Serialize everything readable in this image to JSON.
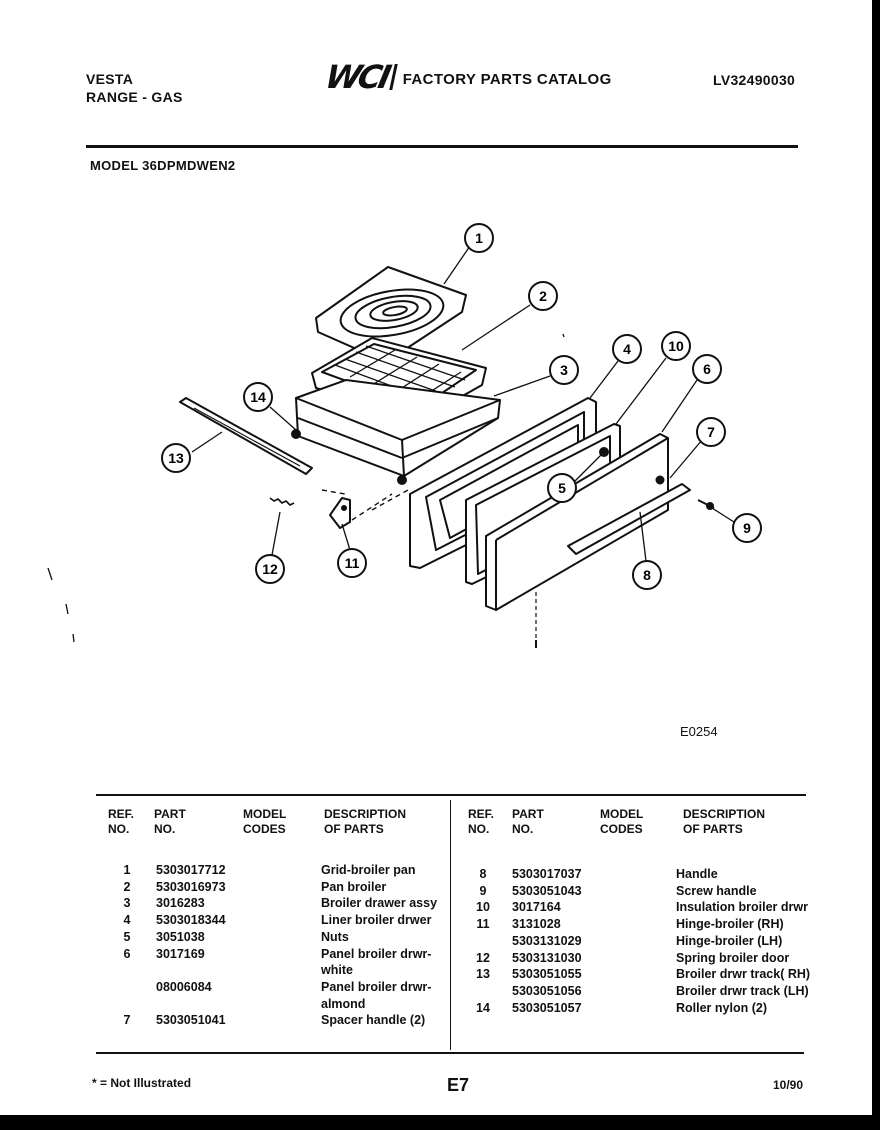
{
  "header": {
    "brand": "VESTA",
    "product": "RANGE - GAS",
    "logo_text": "WCI",
    "catalog_title": "FACTORY PARTS CATALOG",
    "doc_id": "LV32490030",
    "model": "MODEL 36DPMDWEN2"
  },
  "diagram": {
    "figure_code": "E0254",
    "callouts": [
      "1",
      "2",
      "3",
      "4",
      "10",
      "6",
      "7",
      "14",
      "13",
      "5",
      "9",
      "8",
      "12",
      "11"
    ]
  },
  "table": {
    "headers": {
      "ref": "REF.\nNO.",
      "part": "PART\nNO.",
      "model_codes": "MODEL\nCODES",
      "description": "DESCRIPTION\nOF PARTS"
    },
    "left_rows": [
      {
        "ref": "1",
        "part": "5303017712",
        "desc": "Grid-broiler pan"
      },
      {
        "ref": "2",
        "part": "5303016973",
        "desc": "Pan broiler"
      },
      {
        "ref": "3",
        "part": "3016283",
        "desc": "Broiler drawer assy"
      },
      {
        "ref": "4",
        "part": "5303018344",
        "desc": "Liner broiler drwer"
      },
      {
        "ref": "5",
        "part": "3051038",
        "desc": "Nuts"
      },
      {
        "ref": "6",
        "part": "3017169",
        "desc": "Panel broiler drwr-"
      },
      {
        "ref": "",
        "part": "",
        "desc": "white"
      },
      {
        "ref": "",
        "part": "08006084",
        "desc": "Panel broiler drwr-"
      },
      {
        "ref": "",
        "part": "",
        "desc": "almond"
      },
      {
        "ref": "7",
        "part": "5303051041",
        "desc": "Spacer handle (2)"
      }
    ],
    "right_rows": [
      {
        "ref": "8",
        "part": "5303017037",
        "desc": "Handle"
      },
      {
        "ref": "9",
        "part": "5303051043",
        "desc": "Screw handle"
      },
      {
        "ref": "10",
        "part": "3017164",
        "desc": "Insulation broiler drwr"
      },
      {
        "ref": "11",
        "part": "3131028",
        "desc": "Hinge-broiler (RH)"
      },
      {
        "ref": "",
        "part": "5303131029",
        "desc": "Hinge-broiler (LH)"
      },
      {
        "ref": "12",
        "part": "5303131030",
        "desc": "Spring broiler door"
      },
      {
        "ref": "13",
        "part": "5303051055",
        "desc": "Broiler drwr track( RH)"
      },
      {
        "ref": "",
        "part": "5303051056",
        "desc": "Broiler drwr track (LH)"
      },
      {
        "ref": "14",
        "part": "5303051057",
        "desc": "Roller nylon (2)"
      }
    ]
  },
  "footer": {
    "footnote": "* = Not Illustrated",
    "page": "E7",
    "date": "10/90"
  }
}
